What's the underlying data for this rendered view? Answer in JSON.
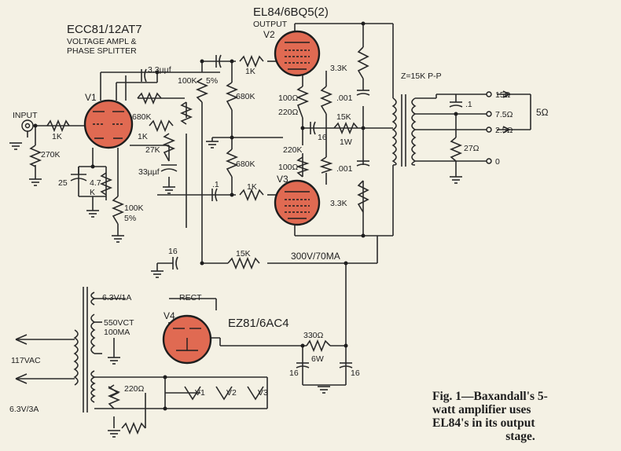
{
  "tubes": {
    "v1_type": "ECC81/12AT7",
    "v1_function_line1": "VOLTAGE AMPL &",
    "v1_function_line2": "PHASE SPLITTER",
    "v1": "V1",
    "output_type": "EL84/6BQ5(2)",
    "output_function": "OUTPUT",
    "v2": "V2",
    "v3": "V3",
    "rect_label": "RECT",
    "v4": "V4",
    "v4_type": "EZ81/6AC4"
  },
  "labels": {
    "input": "INPUT",
    "r_input": "1K",
    "r_grid": "270K",
    "c_cathode": "25",
    "r_cathode": "4.7",
    "r_cathode_unit": "K",
    "c_feedback": "3.3µµf",
    "r_100k_top": "100K",
    "pct_5_top": "5%",
    "r_680k_a": "680K",
    "r_1k_a": "1K",
    "r_27k": "27K",
    "c_33": "33µµf",
    "r_100k_bottom": "100K",
    "pct_5_bottom": "5%",
    "r_1k_top": "1K",
    "r_680k_b": "680K",
    "r_680k_c": "680K",
    "c_01_mid": ".1",
    "r_1k_bottom": "1K",
    "r_100_top": "100Ω",
    "r_220_top": "220Ω",
    "c_16_mid": "16",
    "r_220k": "220K",
    "r_100_bottom": "100Ω",
    "r_3k3_top": "3.3K",
    "c_001_top": ".001",
    "c_001_bottom": ".001",
    "r_3k3_bottom": "3.3K",
    "r_15k_1w": "15K",
    "watt_1": "1W",
    "xfmr": "Z=15K P-P",
    "tap_15": "15Ω",
    "tap_7_5": "7.5Ω",
    "tap_2_5": "2.5Ω",
    "speaker": "5Ω",
    "c_01_out": ".1",
    "r_27_out": "27Ω",
    "tap_0": "0",
    "c_16_left": "16",
    "r_15k_supply": "15K",
    "b_plus": "300V/70MA",
    "ht_6_3_1": "6.3V/1A",
    "ht_550": "550VCT",
    "ht_100ma": "100MA",
    "mains": "117VAC",
    "ht_6_3_3": "6.3V/3A",
    "r_hum": "220Ω",
    "heater_v1": "V1",
    "heater_v2": "V2",
    "heater_v3": "V3",
    "r_330": "330Ω",
    "watt_6": "6W",
    "c_16_a": "16",
    "c_16_b": "16"
  },
  "caption": {
    "line1": "Fig. 1—Baxandall's 5-",
    "line2": "watt amplifier uses",
    "line3": "EL84's in its output",
    "line4": "stage."
  },
  "colors": {
    "tube_fill": "#e06a52",
    "paper": "#f4f1e4",
    "ink": "#1e1e1e"
  }
}
